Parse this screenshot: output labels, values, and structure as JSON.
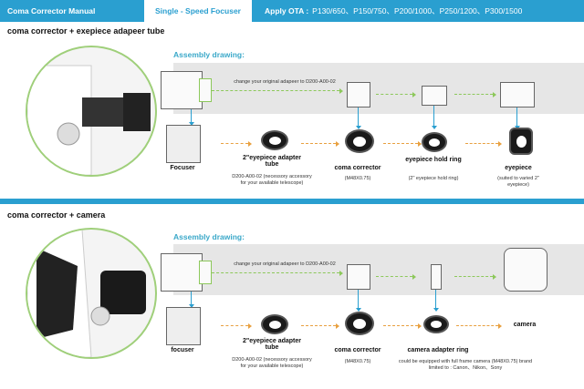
{
  "header": {
    "manual": "Coma Corrector Manual",
    "focuser": "Single - Speed Focuser",
    "ota_label": "Apply OTA :",
    "ota_values": "P130/650、P150/750、P200/1000、P250/1200、P300/1500"
  },
  "section1": {
    "title": "coma corrector + exepiece adapeer tube",
    "assembly": "Assembly drawing:",
    "change_note": "change your original adapeer to D200-A00-02",
    "focuser": "Focuser",
    "adapter": "2\"eyepiece adapter tube",
    "adapter_sub": "D200-A00-02 (necessory accessory for your available telescope)",
    "coma": "coma corrector",
    "coma_sub": "(M48X0.75)",
    "hold": "eyepiece hold ring",
    "hold_sub": "(2\" eyepiece hold ring)",
    "eyepiece": "eyepiece",
    "eyepiece_sub": "(suited to varied 2\" eyepiece)"
  },
  "section2": {
    "title": "coma corrector + camera",
    "assembly": "Assembly drawing:",
    "change_note": "change your original adapeer to D200-A00-02",
    "focuser": "focuser",
    "adapter": "2\"eyepiece adapter tube",
    "adapter_sub": "D200-A00-02 (necessory accessory for your available telescope)",
    "coma": "coma corrector",
    "coma_sub": "(M48X0.75)",
    "ring": "camera adapter ring",
    "ring_sub": "could be equipped with full frame camera (M48X0.75) brand limited to : Canon、Nikon、Sony",
    "camera": "camera"
  },
  "colors": {
    "accent": "#2a9fd0",
    "green": "#9fcf7a",
    "arrow": "#e8a040"
  }
}
